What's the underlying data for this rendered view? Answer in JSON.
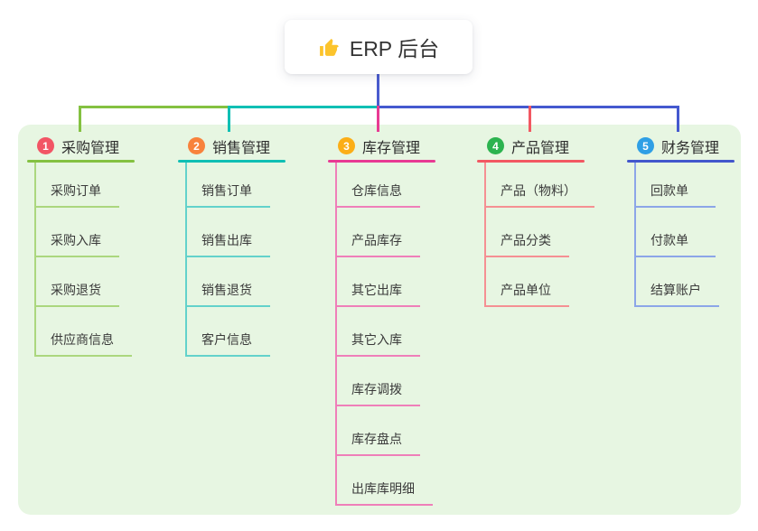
{
  "root": {
    "title": "ERP 后台",
    "icon": "thumbs-up-icon",
    "icon_color": "#fcc42c"
  },
  "connectors": {
    "stem": "#4a5ccf",
    "left_segment": "#84c141",
    "mid_segment": "#0fbfb4",
    "right_segment": "#4459cf",
    "drop1": "#84c141",
    "drop2": "#0fbfb4",
    "drop3": "#e83a93",
    "drop4": "#f25862",
    "drop5": "#4459cf"
  },
  "panel": {
    "background": "#e7f6e2"
  },
  "branches": [
    {
      "index": "1",
      "title": "采购管理",
      "badge_color": "#f25565",
      "line_color": "#84c141",
      "child_line_color": "#abd77e",
      "children": [
        "采购订单",
        "采购入库",
        "采购退货",
        "供应商信息"
      ]
    },
    {
      "index": "2",
      "title": "销售管理",
      "badge_color": "#f8823c",
      "line_color": "#0fbfb4",
      "child_line_color": "#63d2cb",
      "children": [
        "销售订单",
        "销售出库",
        "销售退货",
        "客户信息"
      ]
    },
    {
      "index": "3",
      "title": "库存管理",
      "badge_color": "#fbae17",
      "line_color": "#e83a93",
      "child_line_color": "#ef7fb9",
      "children": [
        "仓库信息",
        "产品库存",
        "其它出库",
        "其它入库",
        "库存调拨",
        "库存盘点",
        "出库库明细"
      ]
    },
    {
      "index": "4",
      "title": "产品管理",
      "badge_color": "#2cb34f",
      "line_color": "#f25862",
      "child_line_color": "#f59093",
      "children": [
        "产品（物料）",
        "产品分类",
        "产品单位"
      ]
    },
    {
      "index": "5",
      "title": "财务管理",
      "badge_color": "#2f9fe5",
      "line_color": "#4257cc",
      "child_line_color": "#8ca6e8",
      "children": [
        "回款单",
        "付款单",
        "结算账户"
      ]
    }
  ]
}
